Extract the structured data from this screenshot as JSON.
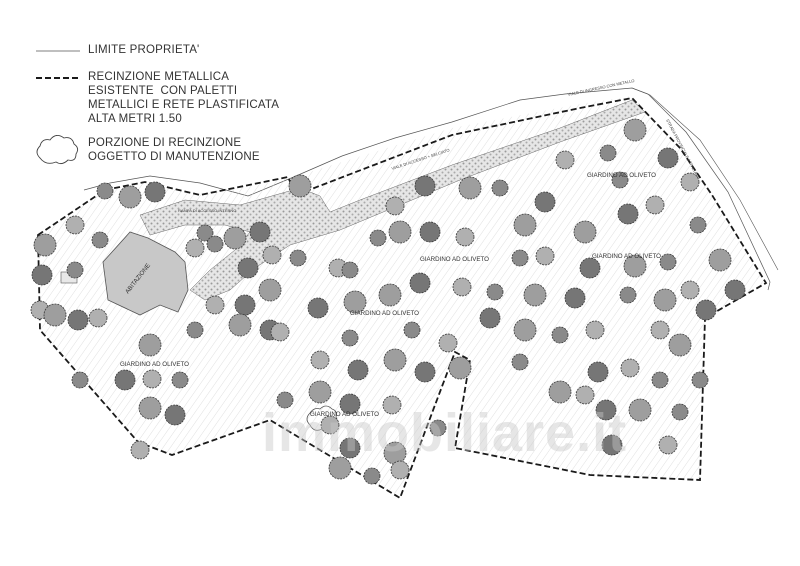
{
  "legend": {
    "property_limit": "LIMITE PROPRIETA'",
    "fence_lines": [
      "RECINZIONE METALLICA",
      "ESISTENTE  CON PALETTI",
      "METALLICI E RETE PLASTIFICATA",
      "ALTA METRI 1.50"
    ],
    "maintenance_lines": [
      "PORZIONE DI RECINZIONE",
      "OGGETTO DI MANUTENZIONE"
    ]
  },
  "map_labels": {
    "house": "ABITAZIONE",
    "olive_grove": "GIARDINO AD OLIVETO",
    "internal_access_ramp": "RAMPA DI ACCESSO INTERNO",
    "access_road": "VIALE DI ACCESSO + SELCIATO",
    "metal_gate_entrance": "VIALE DI INGRESSO CON METALLO",
    "provincial_road": "STRADA PROVINCIALE ASFALTATA",
    "watermark": "immobiliare.it"
  },
  "colors": {
    "line": "#1a1a1a",
    "house_fill": "#c8c8c8",
    "tree_fill": "#8a8a8a",
    "paving": "#bdbdbd"
  }
}
